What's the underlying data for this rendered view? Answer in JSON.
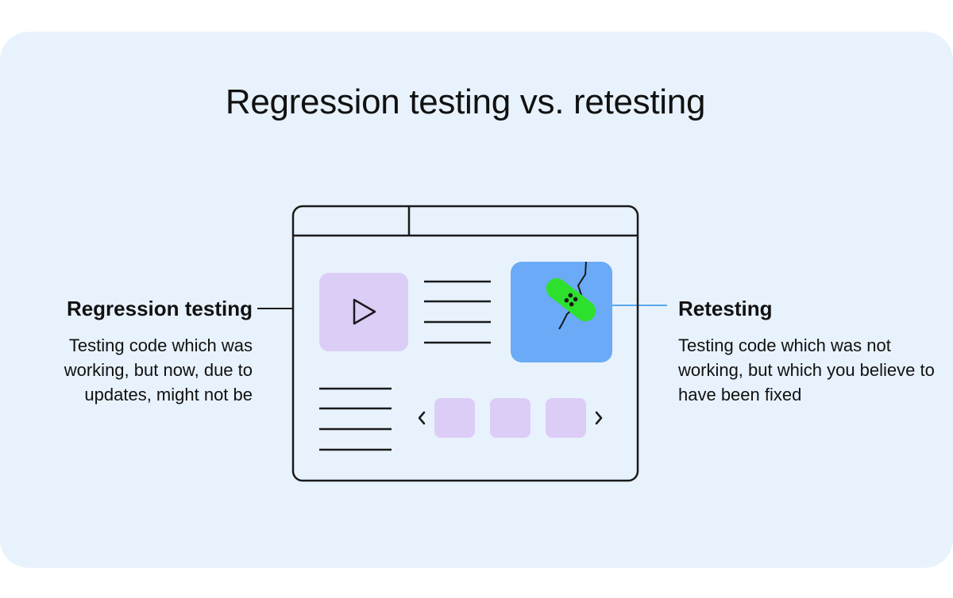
{
  "title": "Regression testing vs. retesting",
  "regression": {
    "heading": "Regression testing",
    "description": "Testing code which was working, but now, due to updates, might not be"
  },
  "retesting": {
    "heading": "Retesting",
    "description": "Testing code which was not working, but which you believe to have been fixed"
  },
  "colors": {
    "background_card": "#e8f2fc",
    "video_tile": "#dccdf7",
    "code_tile": "#6aaaf6",
    "bandage": "#2ee02e",
    "thumbnail": "#dccdf7",
    "connector_right": "#5aa8ea",
    "stroke": "#1a1a1a"
  },
  "icons": {
    "video_tile": "play-icon",
    "code_tile": "bandage-icon",
    "carousel_prev": "chevron-left-icon",
    "carousel_next": "chevron-right-icon"
  }
}
